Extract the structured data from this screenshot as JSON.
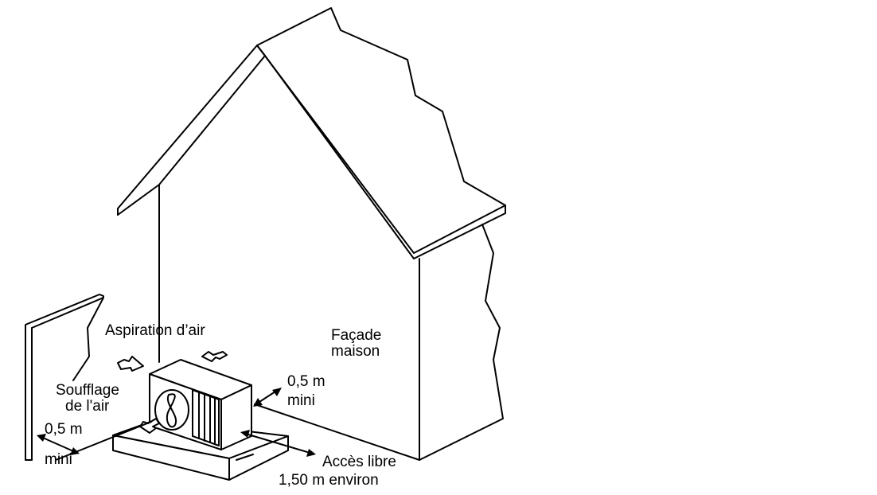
{
  "labels": {
    "aspiration": "Aspiration d’air",
    "facade_line1": "Façade",
    "facade_line2": "maison",
    "right_clearance_value": "0,5 m",
    "right_clearance_unit": "mini",
    "soufflage_line1": "Soufflage",
    "soufflage_line2": "de l'air",
    "left_clearance_value": "0,5 m",
    "left_clearance_unit": "mini",
    "access_line1": "Accès libre",
    "access_line2": "1,50 m environ"
  }
}
